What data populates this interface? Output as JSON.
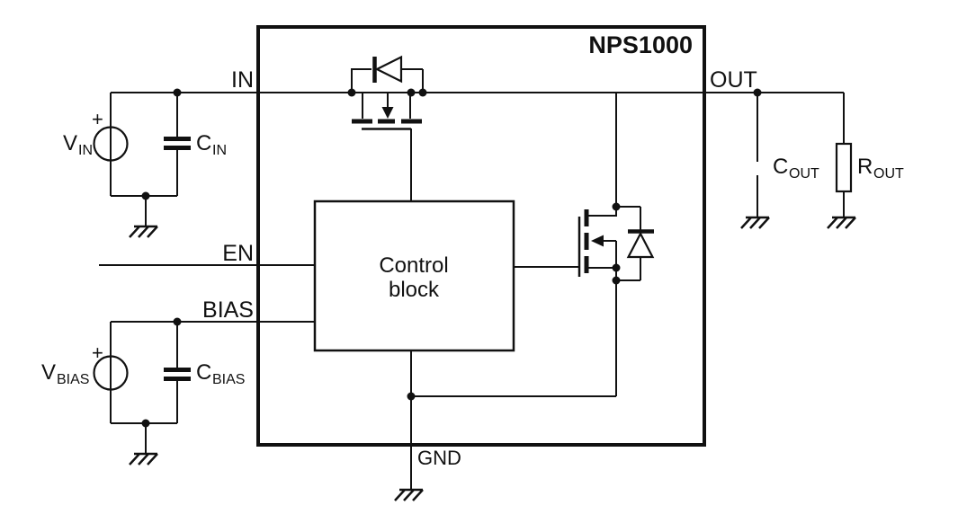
{
  "figure": {
    "chip_name": "NPS1000",
    "control_block": {
      "line1": "Control",
      "line2": "block"
    },
    "pins": {
      "in": "IN",
      "out": "OUT",
      "en": "EN",
      "bias": "BIAS",
      "gnd": "GND"
    },
    "components": {
      "vin": {
        "name": "V",
        "sub": "IN"
      },
      "cin": {
        "name": "C",
        "sub": "IN"
      },
      "vbias": {
        "name": "V",
        "sub": "BIAS"
      },
      "cbias": {
        "name": "C",
        "sub": "BIAS"
      },
      "cout": {
        "name": "C",
        "sub": "OUT"
      },
      "rout": {
        "name": "R",
        "sub": "OUT"
      },
      "plus_sign": "+"
    },
    "colors": {
      "line": "#111111",
      "background": "#ffffff"
    }
  }
}
